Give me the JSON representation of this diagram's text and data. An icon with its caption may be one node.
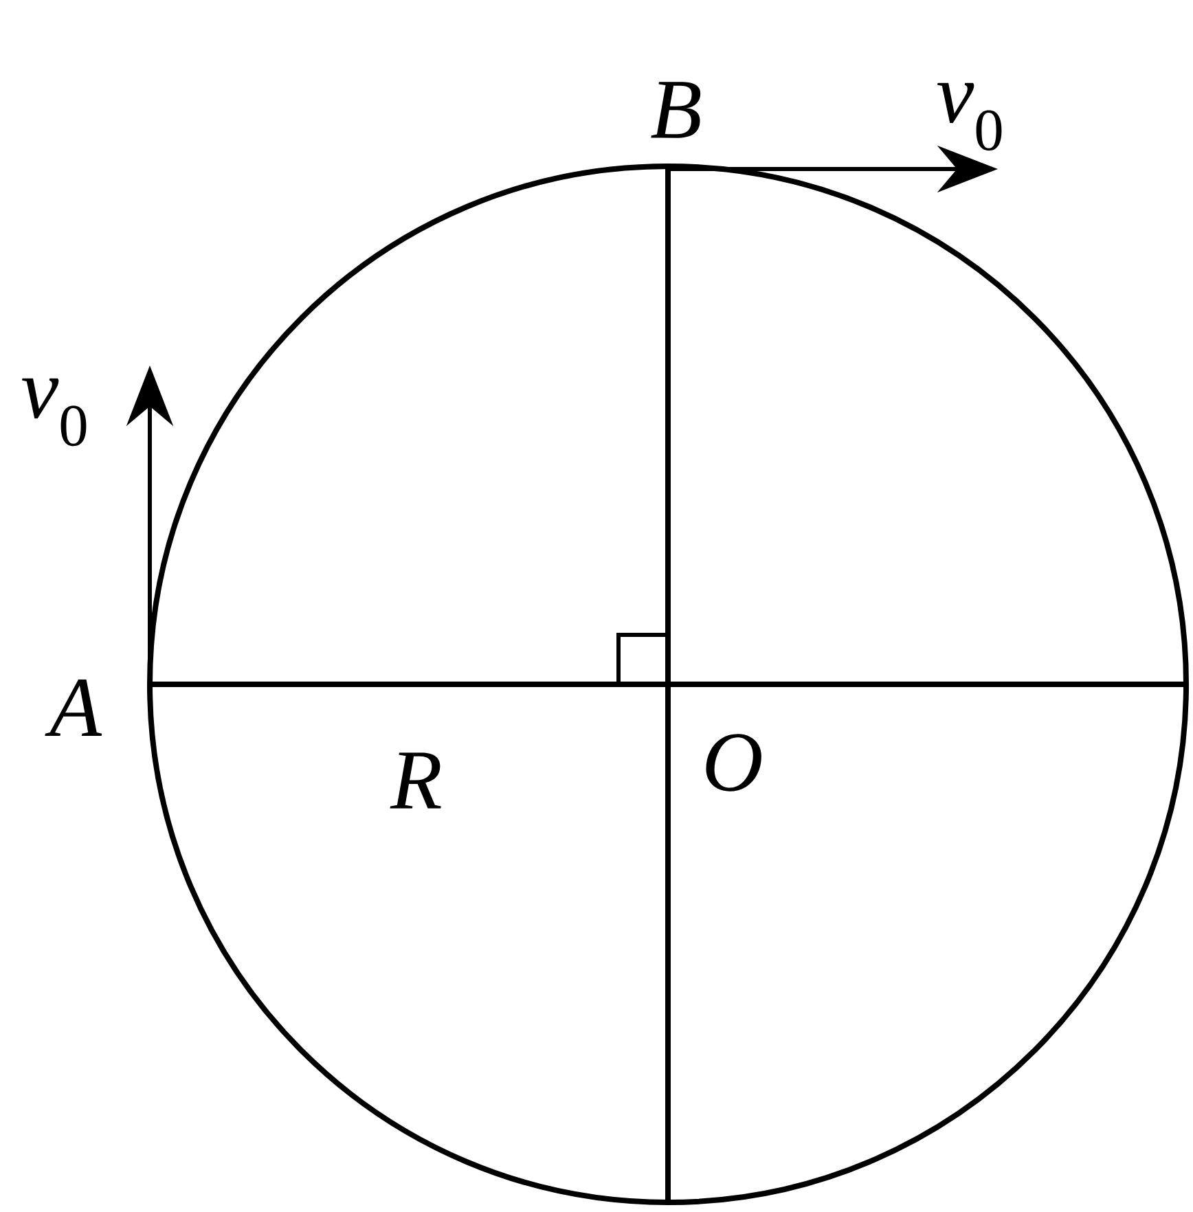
{
  "diagram": {
    "labels": [
      "*v*$_{0}$",
      "B",
      "*v*$_{0}$",
      "A",
      "O",
      "R"
    ]
  }
}
